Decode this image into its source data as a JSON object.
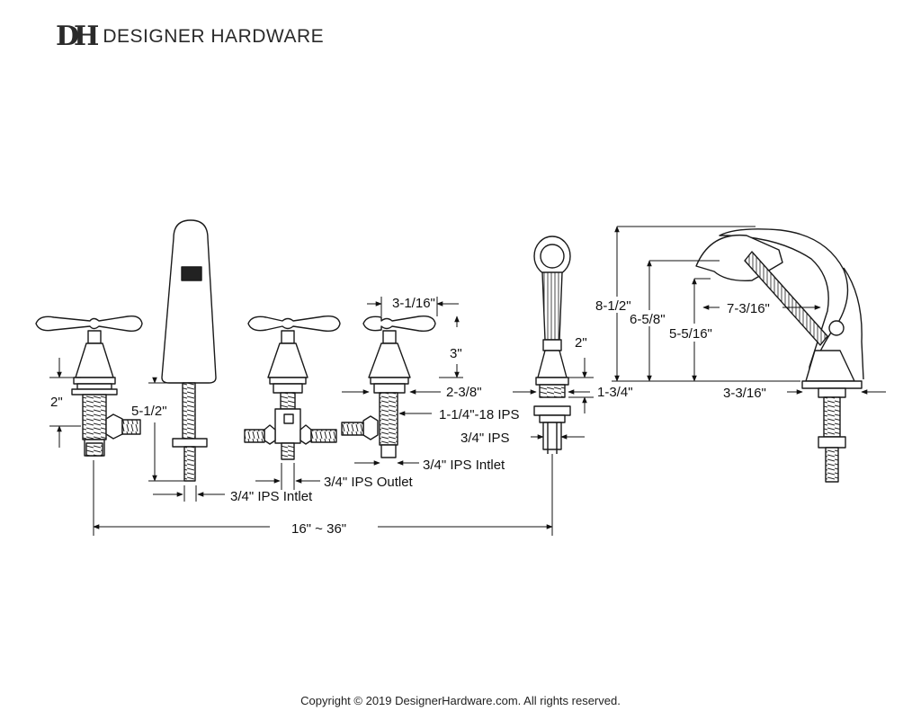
{
  "brand": {
    "logo_text": "DH",
    "name": "DESIGNER HARDWARE"
  },
  "dimensions": {
    "handle_height": "2\"",
    "spout_height": "5-1/2\"",
    "spout_inlet": "3/4\" IPS Intlet",
    "diverter_outlet": "3/4\" IPS Outlet",
    "valve_inlet": "3/4\" IPS Intlet",
    "handle_spread": "3-1/16\"",
    "escutcheon_height": "3\"",
    "escutcheon_diameter": "2-3/8\"",
    "shank_thread": "1-1/4\"-18 IPS",
    "overall_spread": "16\" ~ 36\"",
    "handshower_base_height": "2\"",
    "handshower_base_diameter": "1-3/4\"",
    "handshower_hose_connection": "3/4\" IPS",
    "cradle_height": "8-1/2\"",
    "cradle_height_2": "6-5/8\"",
    "cradle_height_3": "5-5/16\"",
    "cradle_reach": "7-3/16\"",
    "cradle_base_diameter": "3-3/16\""
  },
  "footer": {
    "copyright": "Copyright © 2019 DesignerHardware.com. All rights reserved."
  }
}
